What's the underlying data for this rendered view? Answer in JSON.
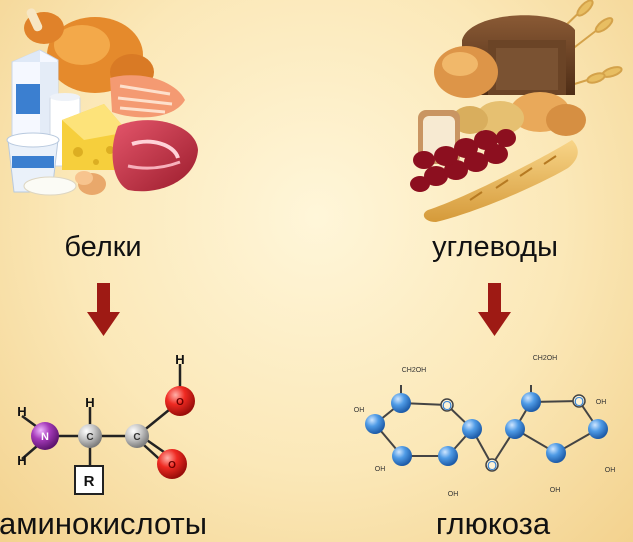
{
  "labels": {
    "proteins": "белки",
    "carbohydrates": "углеводы",
    "amino_acids": "аминокислоты",
    "glucose": "глюкоза"
  },
  "amino_acid_molecule": {
    "atoms": [
      "H",
      "H",
      "N",
      "H",
      "C",
      "C",
      "H",
      "O",
      "O",
      "R"
    ]
  },
  "glucose_molecule": {
    "groups": [
      "CH2OH",
      "CH2OH",
      "OH",
      "OH",
      "OH",
      "OH",
      "OH",
      "OH",
      "O",
      "O",
      "O"
    ],
    "subscript_digit": "2"
  },
  "colors": {
    "arrow": "#9e1a14",
    "nitrogen": "#8e2a9e",
    "oxygen": "#e81f1f",
    "carbon": "#b8b8b8",
    "glucose_atom": "#3a86d6"
  },
  "icons": [
    "protein-foods-illustration",
    "carbohydrate-foods-illustration",
    "down-arrow-icon"
  ]
}
